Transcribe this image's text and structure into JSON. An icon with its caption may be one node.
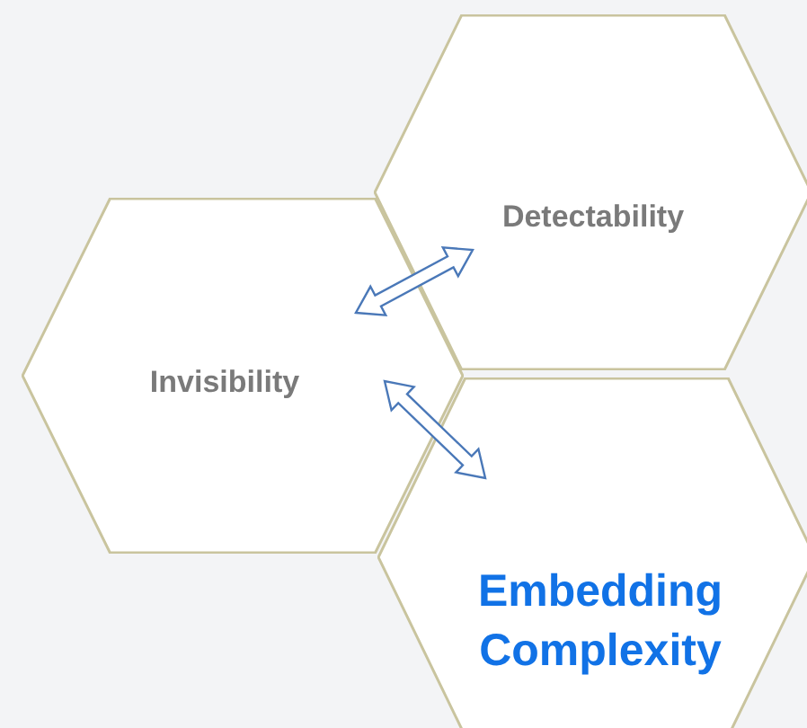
{
  "diagram": {
    "nodes": [
      {
        "text": [
          "Invisibility"
        ]
      },
      {
        "text": [
          "Detectability"
        ]
      },
      {
        "text": [
          "Embedding Complexity"
        ]
      }
    ],
    "edges": [
      {
        "from": 0,
        "to": 1,
        "arrow": "both"
      },
      {
        "from": 0,
        "to": 2,
        "arrow": "both"
      }
    ]
  }
}
